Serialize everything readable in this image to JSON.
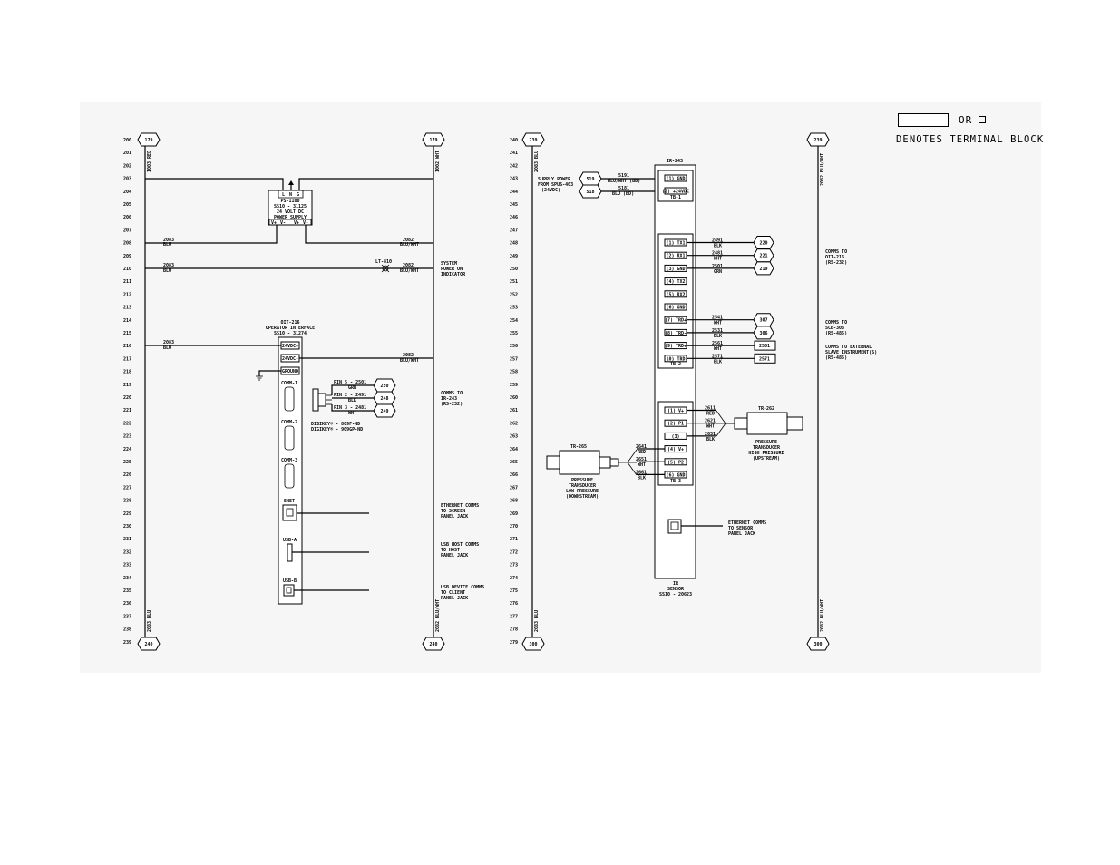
{
  "legend": {
    "or": "OR",
    "denotes": "DENOTES TERMINAL BLOCK"
  },
  "sheet1": {
    "lines": [
      "200",
      "201",
      "202",
      "203",
      "204",
      "205",
      "206",
      "207",
      "208",
      "209",
      "210",
      "211",
      "212",
      "213",
      "214",
      "215",
      "216",
      "217",
      "218",
      "219",
      "220",
      "221",
      "222",
      "223",
      "224",
      "225",
      "226",
      "227",
      "228",
      "229",
      "230",
      "231",
      "232",
      "233",
      "234",
      "235",
      "236",
      "237",
      "238",
      "239"
    ],
    "ref_top_left": "179",
    "ref_top_right": "179",
    "ref_bot_left": "240",
    "ref_bot_right": "240",
    "rail_top_left": "1003 RED",
    "rail_top_right": "1002 WHT",
    "rail_bot_left": "2083 BLU",
    "rail_bot_right": "2082 BLU/WHT",
    "ps_tag": "PS-1100",
    "ps_ss": "SS10 - 31125",
    "ps_name1": "24 VOLT DC",
    "ps_name2": "POWER SUPPLY",
    "ps_l": "L",
    "ps_n": "N",
    "ps_g": "G",
    "ps_vp": "V+",
    "ps_vm": "V-",
    "wire_2083": "2083",
    "wire_blu": "BLU",
    "wire_2082": "2082",
    "wire_bluwht": "BLU/WHT",
    "lt_tag": "LT-810",
    "sys_power": [
      "SYSTEM",
      "POWER ON",
      "INDICATOR"
    ],
    "oit_tag": "OIT-216",
    "oit_name": "OPERATOR INTERFACE",
    "oit_ss": "SS10 - 31274",
    "oit_t1": "24VDC+",
    "oit_t2": "24VDC-",
    "oit_t3": "GROUND",
    "comm1": "COMM-1",
    "comm2": "COMM-2",
    "comm3": "COMM-3",
    "pin5": "PIN 5 - 2501",
    "pin5c": "GRN",
    "pin2": "PIN 2 - 2491",
    "pin2c": "BLK",
    "pin3": "PIN 3 - 2481",
    "pin3c": "WHT",
    "ref250": "250",
    "ref248": "248",
    "ref249": "249",
    "digikey1": "DIGIKEY® - 809F-ND",
    "digikey2": "DIGIKEY® - 909GP-ND",
    "comms_ir": [
      "COMMS TO",
      "IR-243",
      "(RS-232)"
    ],
    "enet": "ENET",
    "usba": "USB-A",
    "usbb": "USB-B",
    "enet_note": [
      "ETHERNET COMMS",
      "TO SCREEN",
      "PANEL JACK"
    ],
    "usbhost_note": [
      "USB HOST COMMS",
      "TO HOST",
      "PANEL JACK"
    ],
    "usbdev_note": [
      "USB DEVICE COMMS",
      "TO CLIENT",
      "PANEL JACK"
    ]
  },
  "sheet2": {
    "lines": [
      "240",
      "241",
      "242",
      "243",
      "244",
      "245",
      "246",
      "247",
      "248",
      "249",
      "250",
      "251",
      "252",
      "253",
      "254",
      "255",
      "256",
      "257",
      "258",
      "259",
      "260",
      "261",
      "262",
      "263",
      "264",
      "265",
      "266",
      "267",
      "268",
      "269",
      "270",
      "271",
      "272",
      "273",
      "274",
      "275",
      "276",
      "277",
      "278",
      "279"
    ],
    "ref_top_left": "239",
    "ref_top_right": "239",
    "ref_bot_left": "300",
    "ref_bot_right": "300",
    "rail_top_left": "2083 BLU",
    "rail_top_right": "2082 BLU/WHT",
    "rail_bot_left": "2083 BLU",
    "rail_bot_right": "2082 BLU/WHT",
    "supply_note": [
      "SUPPLY POWER",
      "FROM SPUS-403",
      "(24VDC)"
    ],
    "ref519": "519",
    "ref518": "518",
    "w5191": "5191",
    "w5191c": "BLU/WHT (BD)",
    "w5181": "5181",
    "w5181c": "BLU (BD)",
    "ir_tag": "IR-243",
    "tb1": [
      "(1) GND",
      "(2) +24VDC"
    ],
    "tb1_name": "TB-1",
    "tb2": [
      "(1) TX1",
      "(2) RX1",
      "(3) GND",
      "(4) TX2",
      "(5) RX2",
      "(6) GND",
      "(7) TRD+",
      "(8) TRD-",
      "(9) TRD+",
      "(10) TRD-"
    ],
    "tb2_name": "TB-2",
    "tb3": [
      "(1) V+",
      "(2) P1",
      "(3)",
      "(4) V+",
      "(5) P2",
      "(6) GND"
    ],
    "tb3_name": "TB-3",
    "tb2_wires": [
      [
        "2491",
        "BLK"
      ],
      [
        "2481",
        "WHT"
      ],
      [
        "2501",
        "GRN"
      ],
      [
        "",
        ""
      ],
      [
        "",
        ""
      ],
      [
        "",
        ""
      ],
      [
        "2541",
        "WHT"
      ],
      [
        "2531",
        "BLK"
      ],
      [
        "2561",
        "WHT"
      ],
      [
        "2571",
        "BLK"
      ]
    ],
    "tb2_refs": [
      "220",
      "221",
      "219",
      "",
      "",
      "",
      "307",
      "306",
      "2561",
      "2571"
    ],
    "comms_oit": [
      "COMMS TO",
      "OIT-216",
      "(RS-232)"
    ],
    "comms_scb": [
      "COMMS TO",
      "SCB-303",
      "(RS-485)"
    ],
    "comms_ext": [
      "COMMS TO EXTERNAL",
      "SLAVE INSTRUMENT(S)",
      "(RS-485)"
    ],
    "tb3_wires_r": [
      [
        "2611",
        "RED"
      ],
      [
        "2621",
        "WHT"
      ],
      [
        "2631",
        "BLK"
      ]
    ],
    "tb3_wires_l": [
      [
        "2641",
        "RED"
      ],
      [
        "2651",
        "WHT"
      ],
      [
        "2661",
        "BLK"
      ]
    ],
    "tr262": "TR-262",
    "tr262_note": [
      "PRESSURE",
      "TRANSDUCER",
      "HIGH PRESSURE",
      "(UPSTREAM)"
    ],
    "tr265": "TR-265",
    "tr265_note": [
      "PRESSURE",
      "TRANSDUCER",
      "LOW PRESSURE",
      "(DOWNSTREAM)"
    ],
    "enet_note": [
      "ETHERNET COMMS",
      "TO SENSOR",
      "PANEL JACK"
    ],
    "ir_bottom": [
      "IR",
      "SENSOR",
      "SS10 - 20623"
    ]
  }
}
